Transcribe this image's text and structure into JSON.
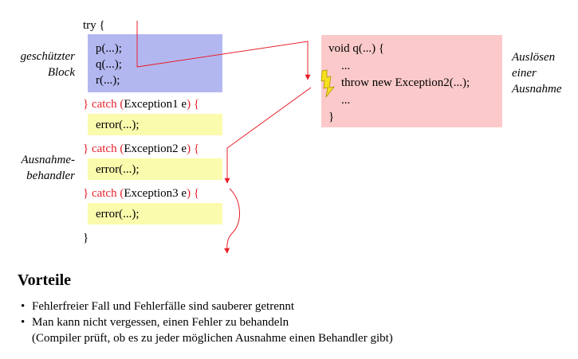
{
  "code": {
    "try_open": "try {",
    "calls": [
      "p(...);",
      "q(...);",
      "r(...);"
    ],
    "handlers": [
      {
        "catch_brace": "}",
        "catch_kw": "catch",
        "paren_open": "(",
        "exception": "Exception1 e",
        "paren_close": ")",
        "open_brace": "{",
        "body": "error(...);"
      },
      {
        "catch_brace": "}",
        "catch_kw": "catch",
        "paren_open": "(",
        "exception": "Exception2 e",
        "paren_close": ")",
        "open_brace": "{",
        "body": "error(...);"
      },
      {
        "catch_brace": "}",
        "catch_kw": "catch",
        "paren_open": "(",
        "exception": "Exception3 e",
        "paren_close": ")",
        "open_brace": "{",
        "body": "error(...);"
      }
    ],
    "close_brace": "}"
  },
  "method": {
    "header": "void q(...) {",
    "dots1": "...",
    "throw_stmt": "throw new Exception2(...);",
    "dots2": "...",
    "close": "}"
  },
  "labels": {
    "protected_block": [
      "geschützter",
      "Block"
    ],
    "handler": [
      "Ausnahme-",
      "behandler"
    ],
    "raise": [
      "Auslösen",
      "einer",
      "Ausnahme"
    ]
  },
  "advantages": {
    "heading": "Vorteile",
    "bullet_symbol": "•",
    "items": [
      "Fehlerfreier Fall und Fehlerfälle sind sauberer getrennt",
      "Man kann nicht vergessen, einen Fehler zu behandeln"
    ],
    "continuation": "(Compiler prüft, ob es zu jeder möglichen Ausnahme einen Behandler gibt)"
  },
  "colors": {
    "keyword_red": "#e8202a",
    "protected_block_bg": "#b3b7f0",
    "handler_bg": "#fbfbae",
    "method_bg": "#fbc9c9",
    "lightning": "#f5e020"
  },
  "icons": {
    "lightning": "lightning-bolt-icon"
  }
}
